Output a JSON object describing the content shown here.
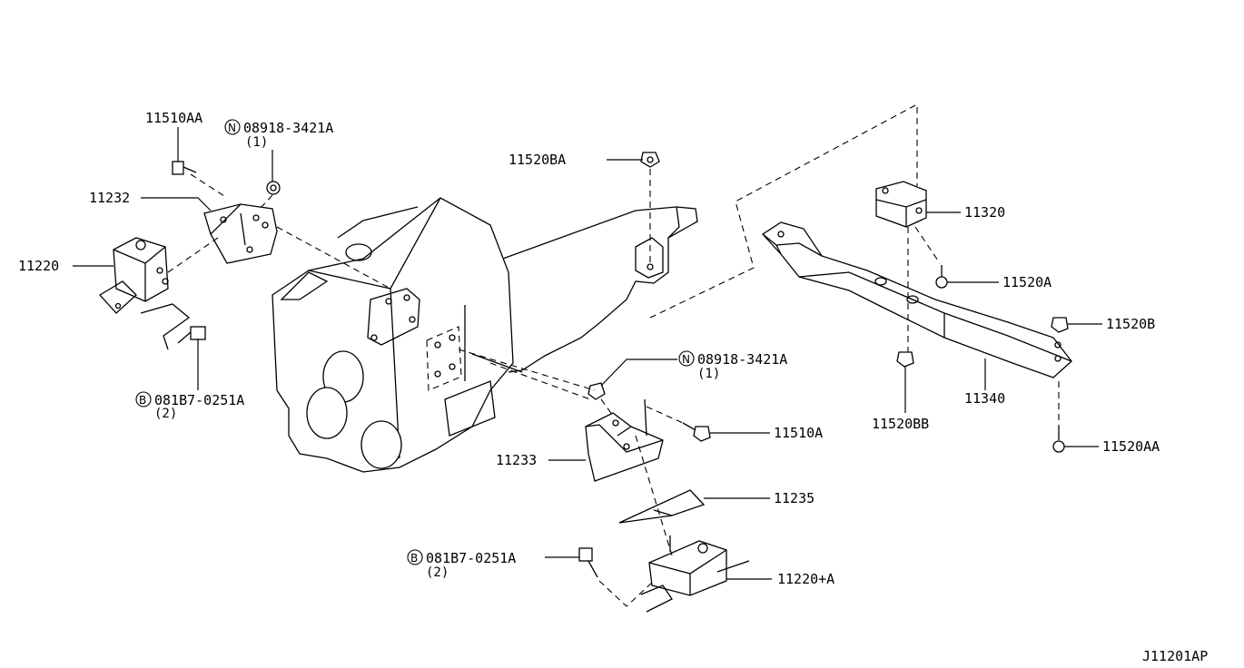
{
  "diagram_code": "J11201AP",
  "parts": {
    "p11510AA": "11510AA",
    "p08918_top": "08918-3421A",
    "p08918_top_qty": "(1)",
    "p08918_top_prefix": "N",
    "p11232": "11232",
    "p11220": "11220",
    "p081B7_left": "081B7-0251A",
    "p081B7_left_qty": "(2)",
    "p081B7_left_prefix": "B",
    "p11520BA": "11520BA",
    "p11320": "11320",
    "p11520A": "11520A",
    "p11520B": "11520B",
    "p11520BB": "11520BB",
    "p11340": "11340",
    "p11520AA": "11520AA",
    "p08918_mid": "08918-3421A",
    "p08918_mid_qty": "(1)",
    "p08918_mid_prefix": "N",
    "p11510A": "11510A",
    "p11233": "11233",
    "p11235": "11235",
    "p081B7_bottom": "081B7-0251A",
    "p081B7_bottom_qty": "(2)",
    "p081B7_bottom_prefix": "B",
    "p11220A": "11220+A"
  }
}
